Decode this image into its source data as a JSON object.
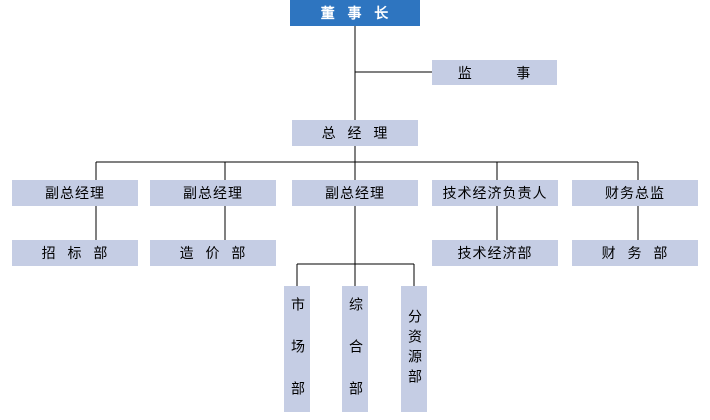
{
  "chairman": "董  事  长",
  "supervisor": "监        事",
  "general_manager": "总  经  理",
  "level2": [
    "副总经理",
    "副总经理",
    "副总经理",
    "技术经济负责人",
    "财务总监"
  ],
  "level3": [
    "招  标  部",
    "造  价  部",
    "技术经济部",
    "财  务  部"
  ],
  "branches": [
    "市 场 部",
    "综 合 部",
    "分资源部"
  ],
  "colors": {
    "top_box": "#2e75c0",
    "box": "#c5cde4",
    "line": "#000000"
  }
}
